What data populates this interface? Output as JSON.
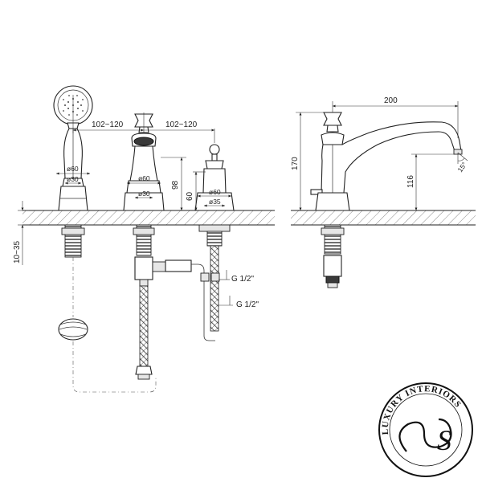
{
  "dimensions": {
    "spacing_left": "102~120",
    "spacing_right": "102~120",
    "handshower_dia_outer": "ø60",
    "handshower_dia_inner": "ø30",
    "spout_dia_outer": "ø60",
    "spout_dia_inner": "ø30",
    "valve_dia_outer": "ø60",
    "valve_dia_inner": "ø35",
    "spout_height": "98",
    "valve_height": "60",
    "deck_thickness": "10~35",
    "thread_1": "G 1/2\"",
    "thread_2": "G 1/2\"",
    "side_width": "200",
    "side_height": "170",
    "side_outlet_height": "116",
    "angle": "15°"
  },
  "logo": {
    "text": "LUXURY INTERIORS",
    "monogram": "S"
  }
}
